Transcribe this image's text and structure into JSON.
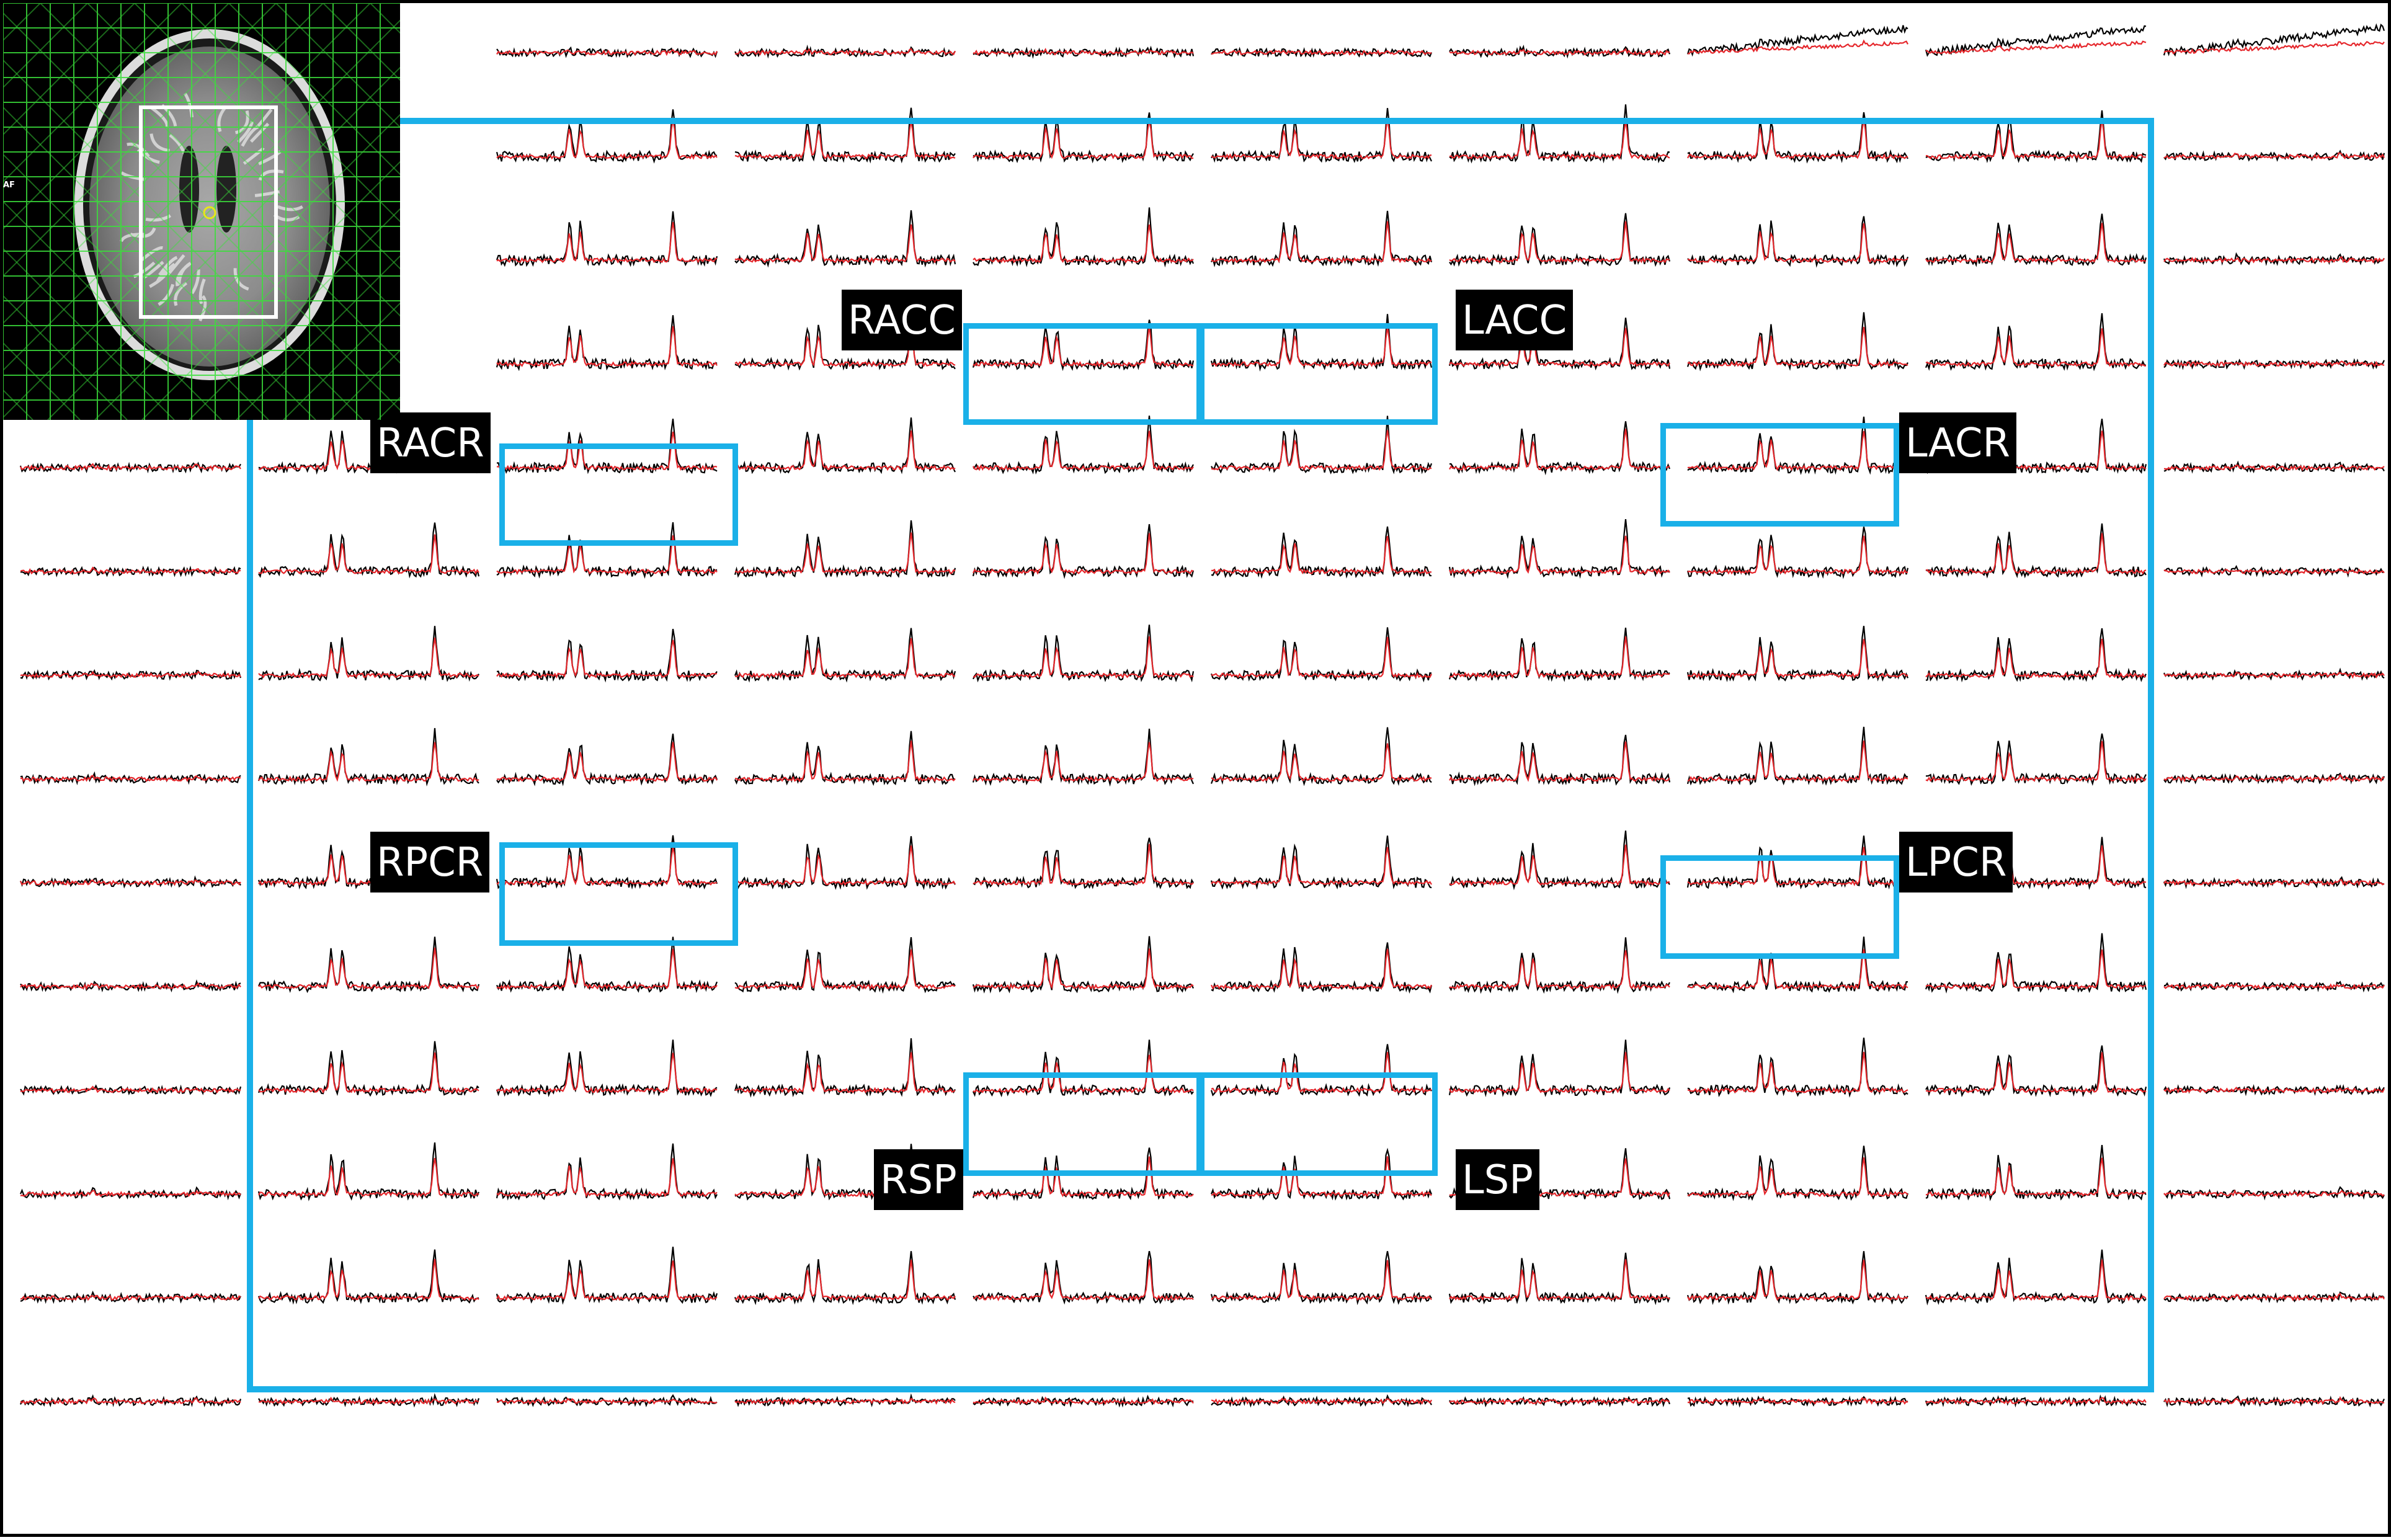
{
  "figure": {
    "legend_colors": {
      "measured": "#000000",
      "fit": "#e5262b",
      "roi": "#1ab0e8",
      "grid": "#33dd33",
      "mri_bg": "#000000"
    },
    "grid": {
      "rows": 14,
      "cols": 10
    },
    "mri_inset": {
      "left_tick_label": "AF"
    },
    "regions": [
      {
        "id": "racr",
        "label": "RACR"
      },
      {
        "id": "racc",
        "label": "RACC"
      },
      {
        "id": "lacc",
        "label": "LACC"
      },
      {
        "id": "lacr",
        "label": "LACR"
      },
      {
        "id": "rpcr",
        "label": "RPCR"
      },
      {
        "id": "lpcr",
        "label": "LPCR"
      },
      {
        "id": "rsp",
        "label": "RSP"
      },
      {
        "id": "lsp",
        "label": "LSP"
      }
    ]
  }
}
